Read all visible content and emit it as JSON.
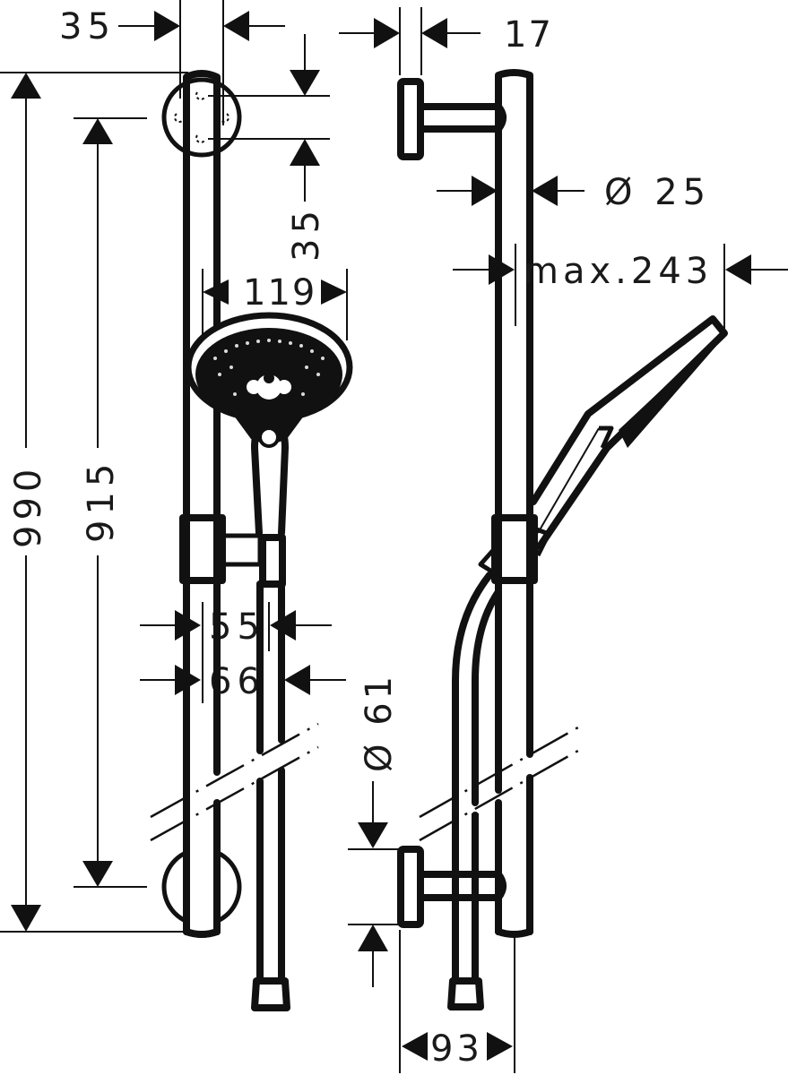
{
  "drawing": {
    "type": "technical dimension drawing",
    "subject": "shower rail set with hand shower and hose",
    "line_color": "#111111",
    "background": "#ffffff",
    "views": [
      {
        "name": "front-view",
        "dimensions": {
          "wall_bracket_width": "35",
          "bracket_hole_spacing": "35",
          "total_height": "990",
          "bracket_center_distance": "915",
          "hand_shower_diameter": "119",
          "holder_depth_1": "55",
          "holder_depth_2": "66",
          "hose_connector_diameter": "Ø 61"
        }
      },
      {
        "name": "side-view",
        "dimensions": {
          "rail_offset": "17",
          "rail_diameter": "Ø 25",
          "max_projection": "max.243",
          "wall_to_rail_depth": "93"
        }
      }
    ]
  }
}
